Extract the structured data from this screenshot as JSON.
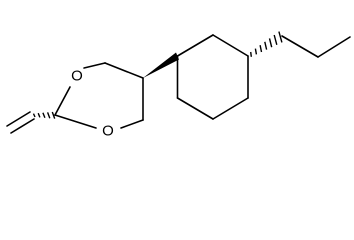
{
  "structure": {
    "atoms": [
      {
        "id": "O1",
        "label": "O"
      },
      {
        "id": "O3",
        "label": "O"
      }
    ],
    "colors": {
      "bond": "#000000",
      "background": "#ffffff"
    }
  }
}
